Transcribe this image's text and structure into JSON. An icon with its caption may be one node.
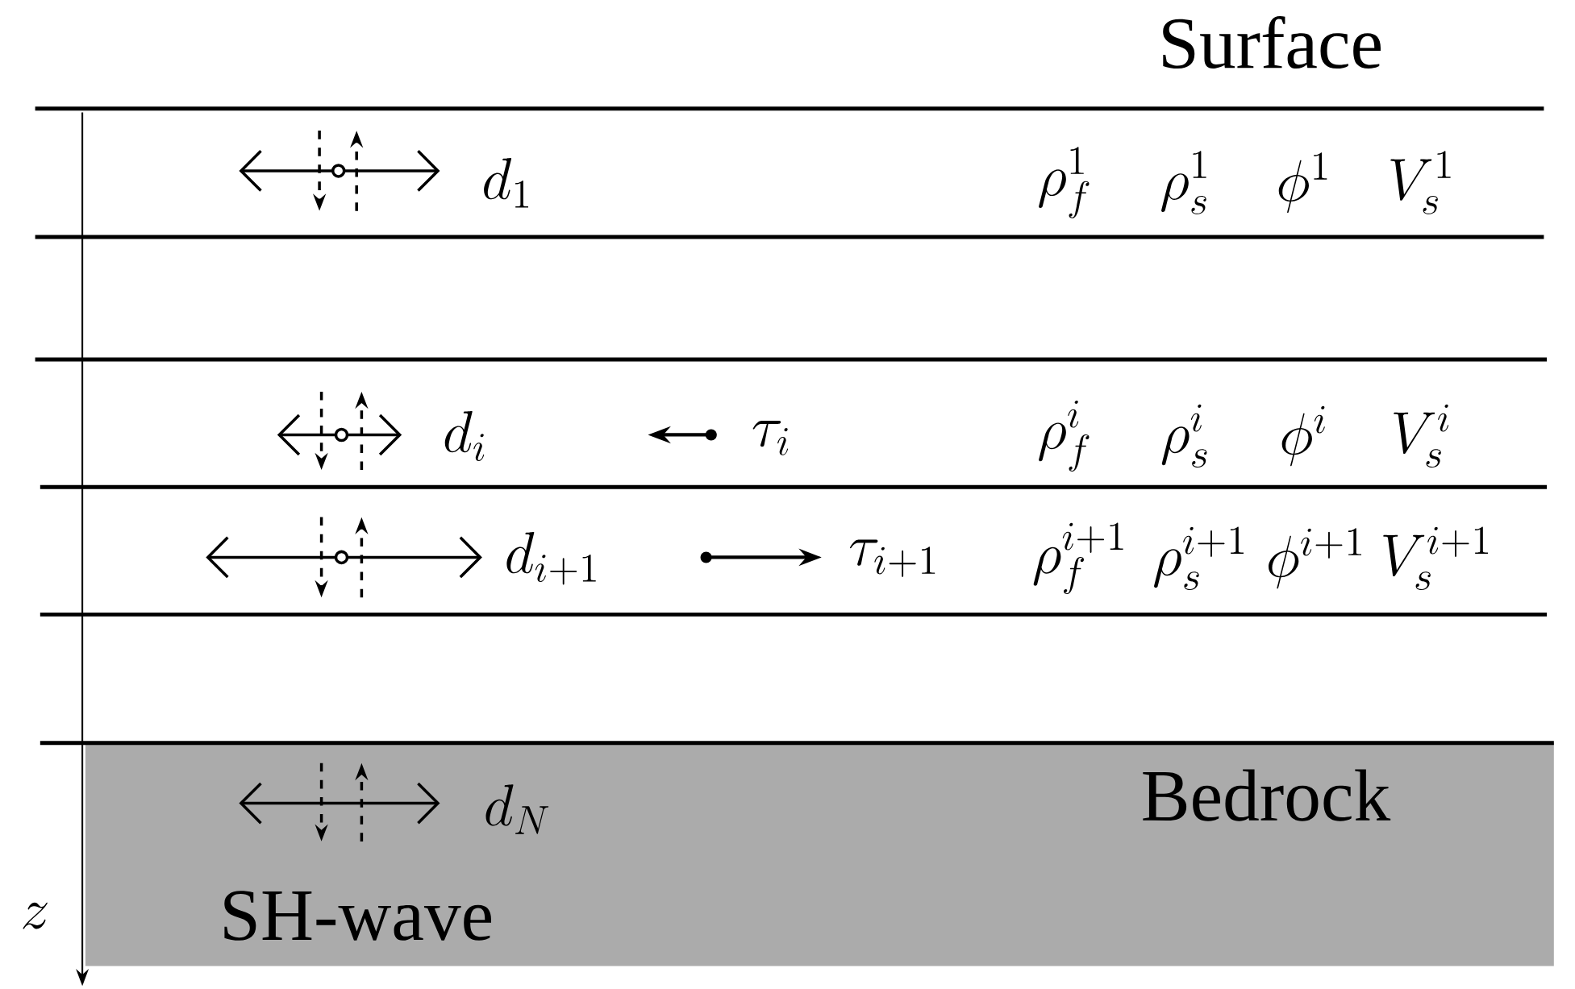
{
  "diagram": {
    "labels": [
      "Surface",
      "d_{1}",
      "\\rho_{f}^{1}",
      "\\rho_{s}^{1}",
      "\\phi^{1}",
      "V_{s}^{1}",
      "d_{i}",
      "\\tau_{i}",
      "\\rho_{f}^{i}",
      "\\rho_{s}^{i}",
      "\\phi^{i}",
      "V_{s}^{i}",
      "d_{i+1}",
      "\\tau_{i+1}",
      "\\rho_{f}^{i+1}",
      "\\rho_{s}^{i+1}",
      "\\phi^{i+1}",
      "V_{s}^{i+1}",
      "d_{N}",
      "Bedrock",
      "z",
      "SH-wave"
    ]
  }
}
